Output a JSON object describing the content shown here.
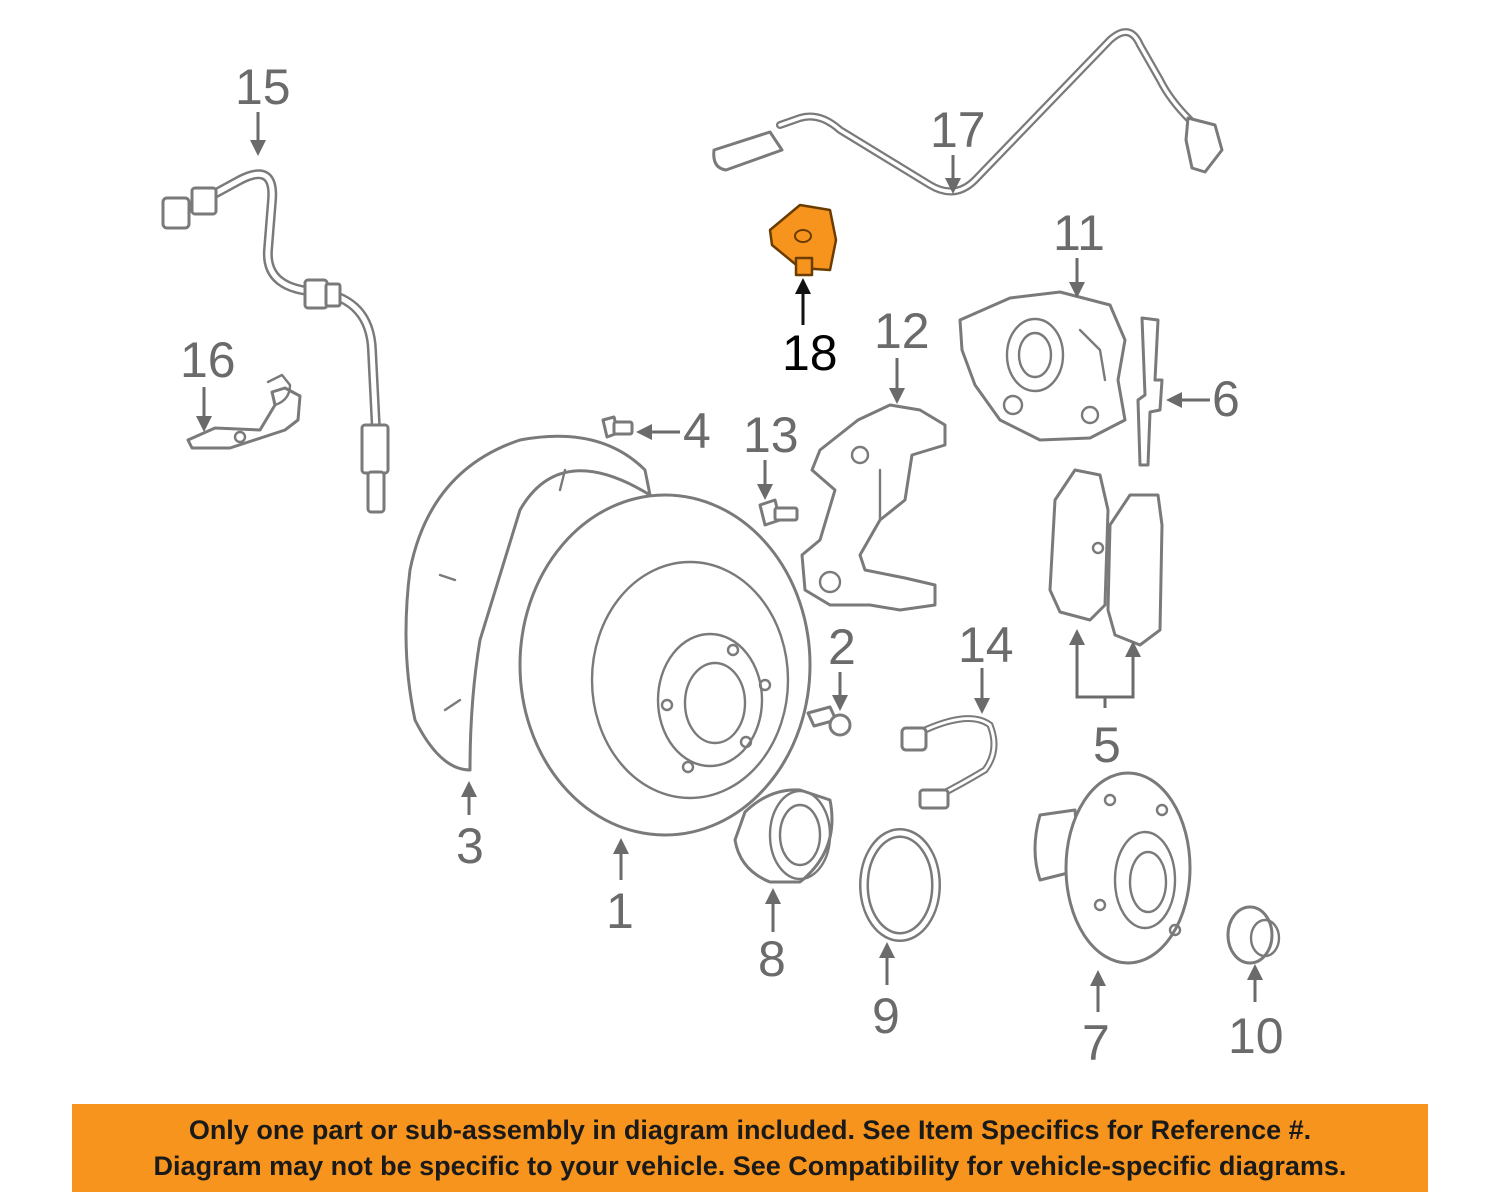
{
  "banner": {
    "line1": "Only one part or sub-assembly in diagram included. See Item Specifics for Reference #.",
    "line2": "Diagram may not be specific to your vehicle. See Compatibility for vehicle-specific diagrams."
  },
  "colors": {
    "highlight": "#f7941d",
    "banner": "#f7941d",
    "line": "#7a7a7a",
    "callout": "#6b6b6b"
  },
  "highlighted_callout": "18",
  "callouts": [
    {
      "id": "c1",
      "label": "1"
    },
    {
      "id": "c2",
      "label": "2"
    },
    {
      "id": "c3",
      "label": "3"
    },
    {
      "id": "c4",
      "label": "4"
    },
    {
      "id": "c5",
      "label": "5"
    },
    {
      "id": "c6",
      "label": "6"
    },
    {
      "id": "c7",
      "label": "7"
    },
    {
      "id": "c8",
      "label": "8"
    },
    {
      "id": "c9",
      "label": "9"
    },
    {
      "id": "c10",
      "label": "10"
    },
    {
      "id": "c11",
      "label": "11"
    },
    {
      "id": "c12",
      "label": "12"
    },
    {
      "id": "c13",
      "label": "13"
    },
    {
      "id": "c14",
      "label": "14"
    },
    {
      "id": "c15",
      "label": "15"
    },
    {
      "id": "c16",
      "label": "16"
    },
    {
      "id": "c17",
      "label": "17"
    },
    {
      "id": "c18",
      "label": "18"
    }
  ]
}
